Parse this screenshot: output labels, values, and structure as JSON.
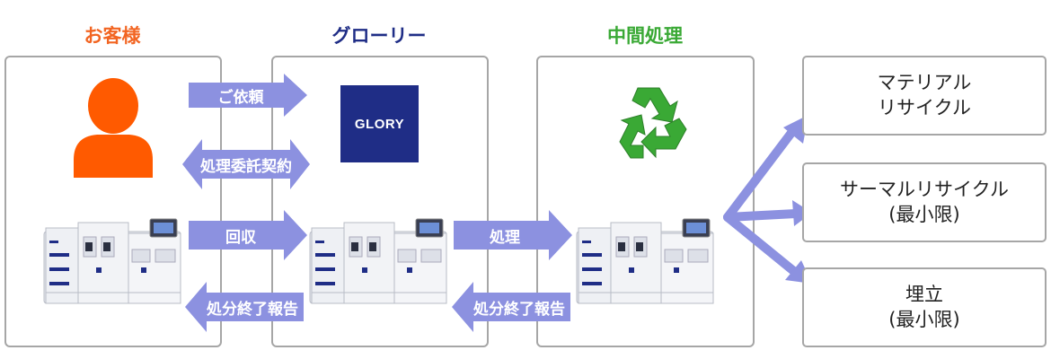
{
  "columns": {
    "customer": {
      "title": "お客様",
      "color": "#f26522"
    },
    "glory": {
      "title": "グローリー",
      "color": "#1f2d86"
    },
    "intermediate": {
      "title": "中間処理",
      "color": "#3aa935"
    }
  },
  "arrows": {
    "request": "ご依頼",
    "contract": "処理委託契約",
    "collect": "回収",
    "report1": "処分終了報告",
    "process": "処理",
    "report2": "処分終了報告"
  },
  "destinations": {
    "material": "マテリアル\nリサイクル",
    "thermal": "サーマルリサイクル\n(最小限)",
    "landfill": "埋立\n(最小限)"
  },
  "logo": {
    "text": "GLORY"
  },
  "colors": {
    "arrow": "#8c91e0",
    "border": "#a6a6a6",
    "person": "#ff5a00",
    "recycle": "#3aa935",
    "logo_bg": "#1f2d86"
  },
  "icons": {
    "person": "person-icon",
    "recycle": "recycle-icon",
    "machine": "cash-machine-image"
  }
}
